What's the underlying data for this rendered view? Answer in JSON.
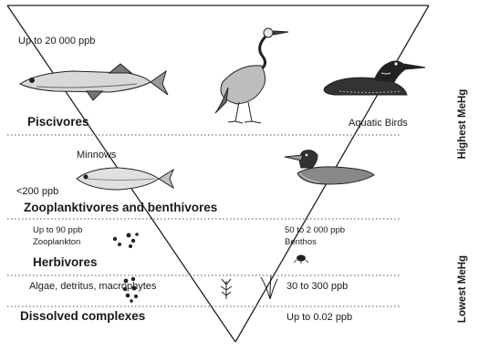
{
  "levels": {
    "piscivores": "Piscivores",
    "zooplanktivores": "Zooplanktivores and benthivores",
    "herbivores": "Herbivores",
    "dissolved": "Dissolved complexes"
  },
  "concentrations": {
    "piscivores": "Up to 20 000 ppb",
    "minnows": "<200 ppb",
    "zooplankton": "Up to 90 ppb",
    "benthos": "50 to 2 000 ppb",
    "algae": "30 to 300 ppb",
    "dissolved": "Up to 0.02 ppb"
  },
  "organisms": {
    "aquatic_birds": "Aquatic Birds",
    "minnows": "Minnows",
    "zooplankton": "Zooplankton",
    "benthos": "Benthos",
    "algae": "Algae, detritus, macrophytes"
  },
  "side_labels": {
    "highest": "Highest MeHg",
    "lowest": "Lowest MeHg"
  },
  "icons": [
    "pike-fish-icon",
    "heron-icon",
    "loon-icon",
    "minnow-icon",
    "duck-icon",
    "zooplankton-icon",
    "benthos-icon",
    "algae-icon",
    "macrophyte-icon"
  ]
}
